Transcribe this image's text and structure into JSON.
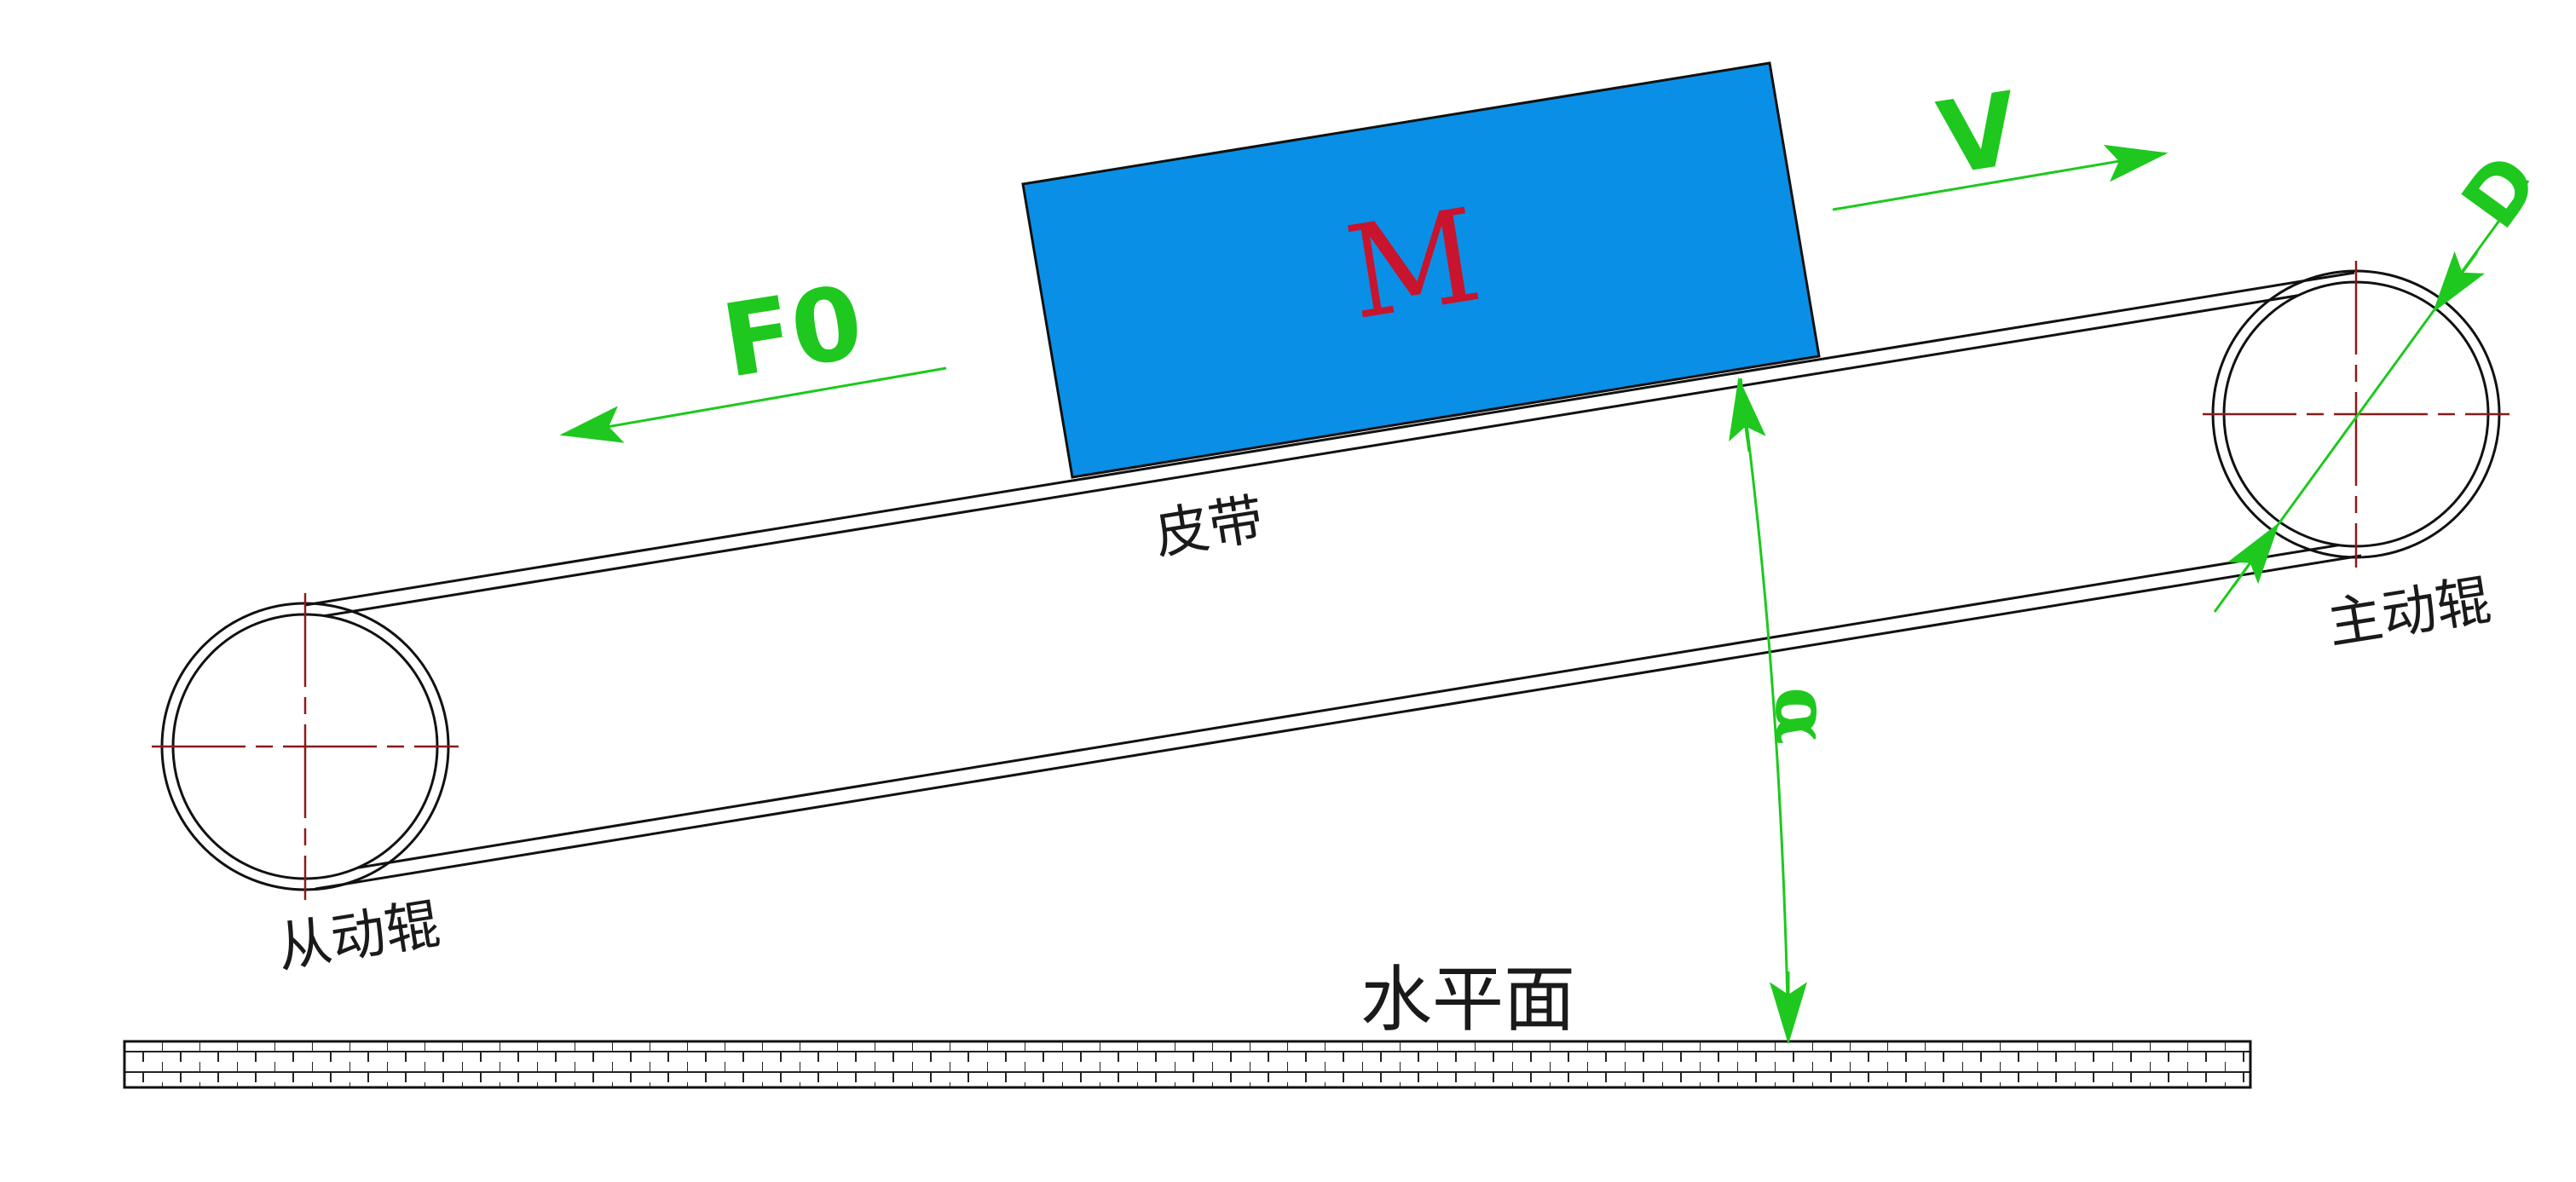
{
  "labels": {
    "mass": "M",
    "velocity": "V",
    "force": "F0",
    "diameter": "D",
    "angle": "α",
    "belt": "皮带",
    "drive_roller": "主动辊",
    "driven_roller": "从动辊",
    "horizontal_plane": "水平面"
  },
  "colors": {
    "mass_fill": "#0A8FE6",
    "mass_text": "#C8142D",
    "annotation_green": "#1EC81E",
    "centerline_red": "#8B1A1A",
    "outline": "#111111",
    "text": "#1a1a1a"
  }
}
